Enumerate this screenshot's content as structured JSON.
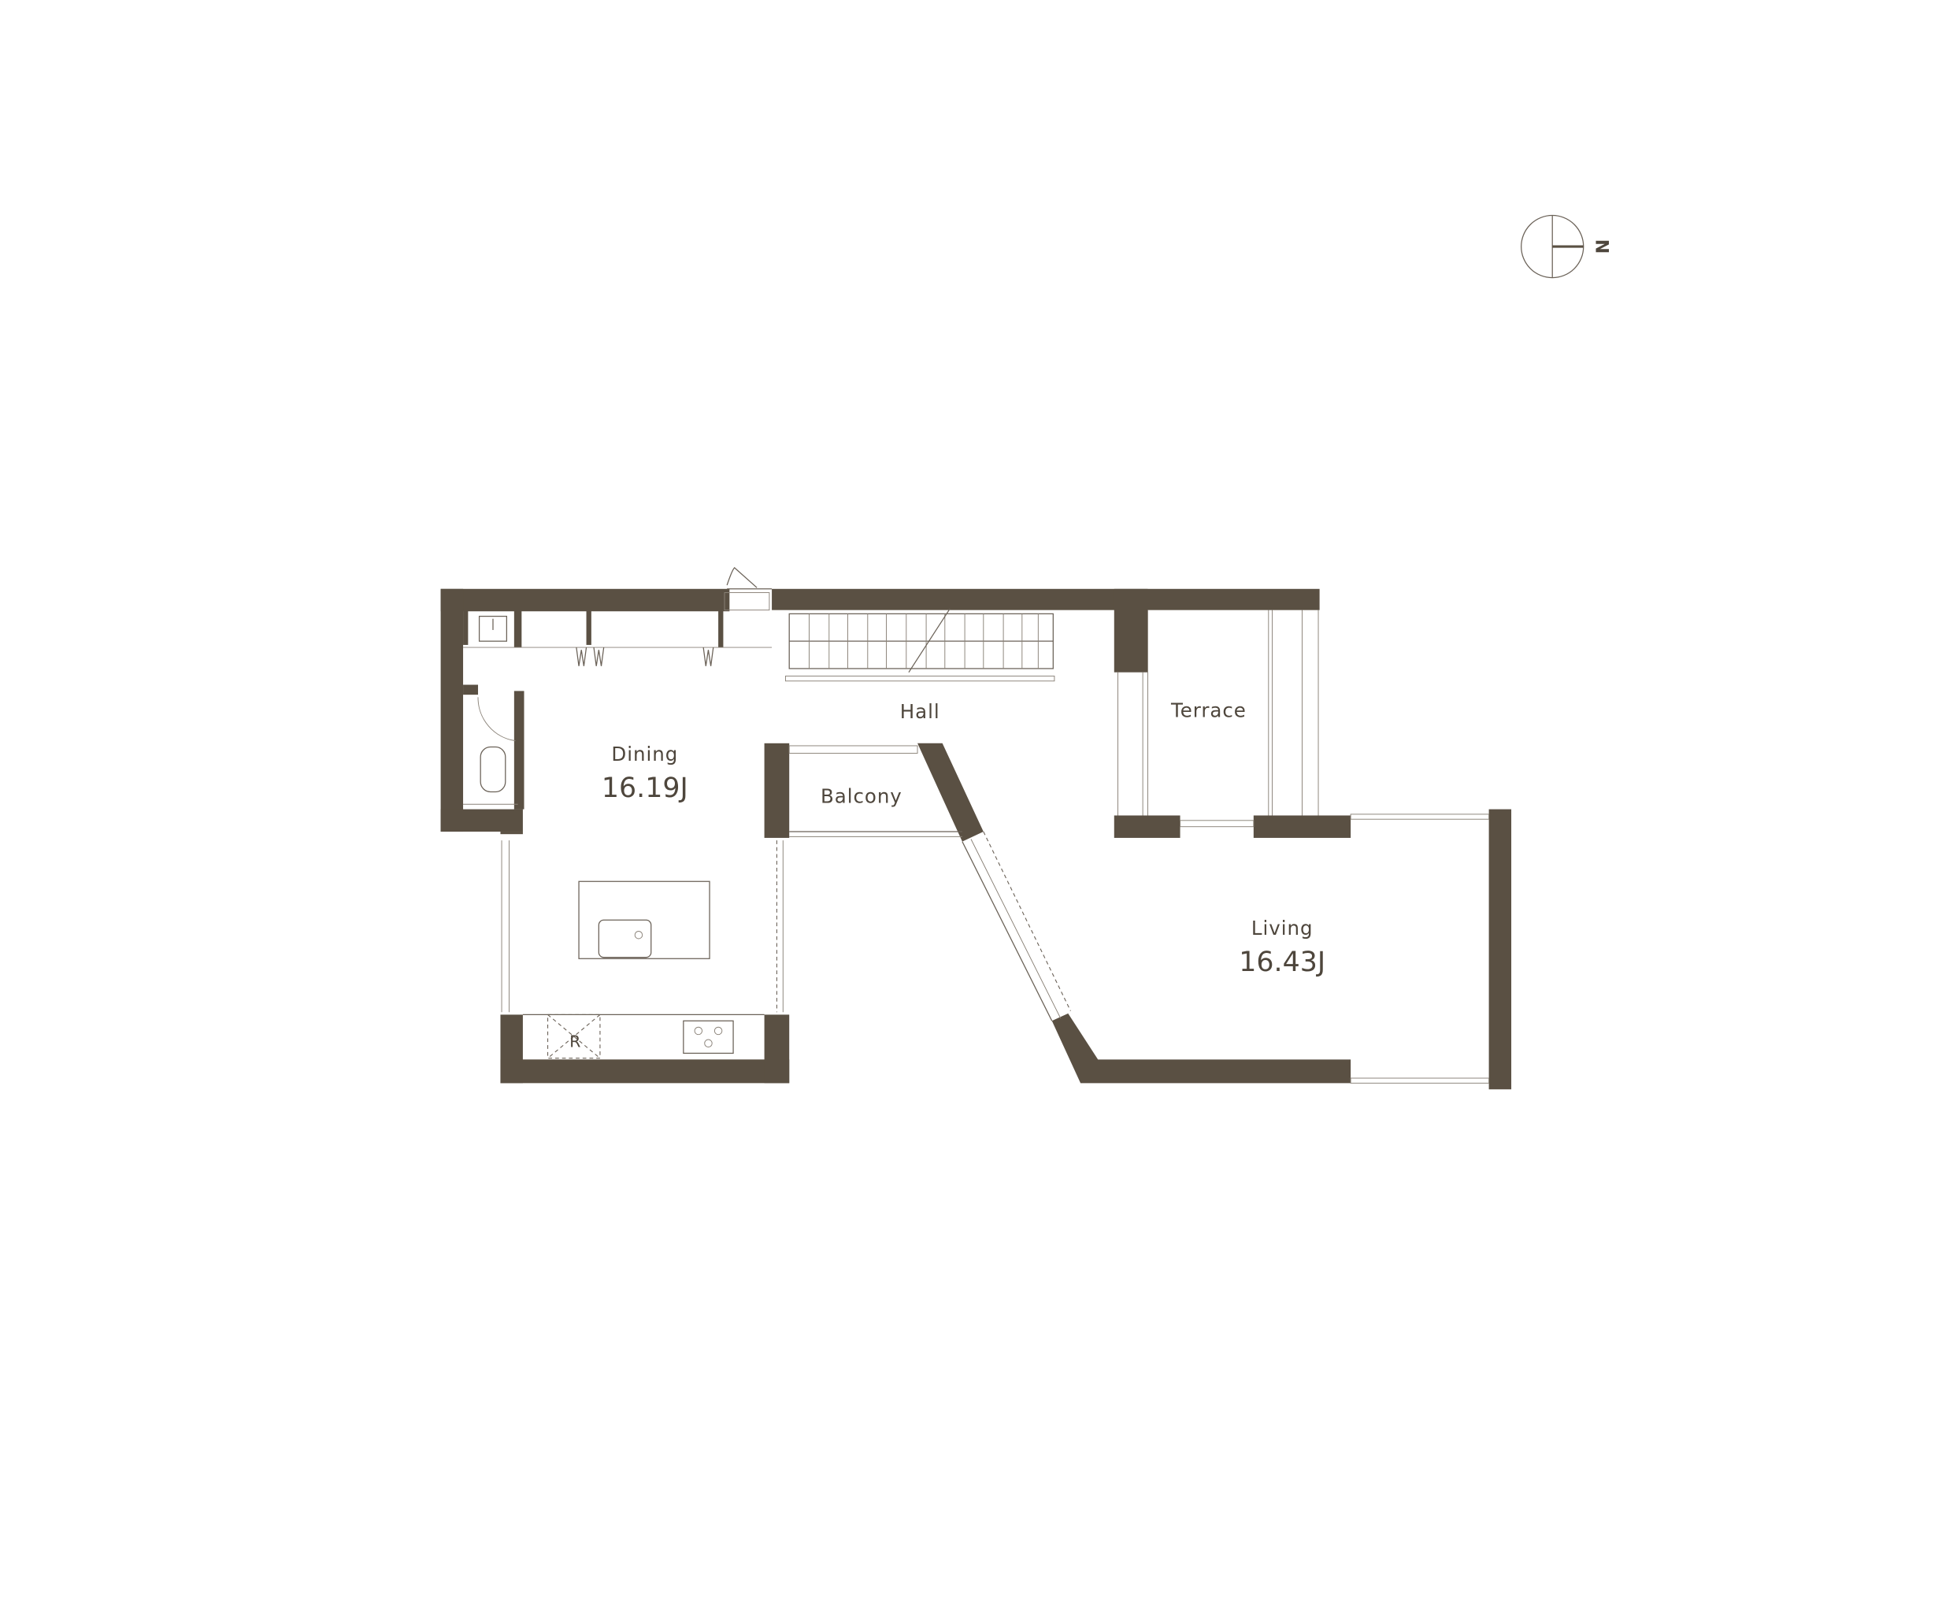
{
  "plan": {
    "rooms": [
      {
        "name": "Dining",
        "area": "16.19J"
      },
      {
        "name": "Hall"
      },
      {
        "name": "Balcony"
      },
      {
        "name": "Terrace"
      },
      {
        "name": "Living",
        "area": "16.43J"
      }
    ],
    "fridge_label": "R",
    "compass_label": "N"
  },
  "colors": {
    "wall": "#5a5043",
    "text": "#4e463c",
    "background": "#ffffff"
  }
}
